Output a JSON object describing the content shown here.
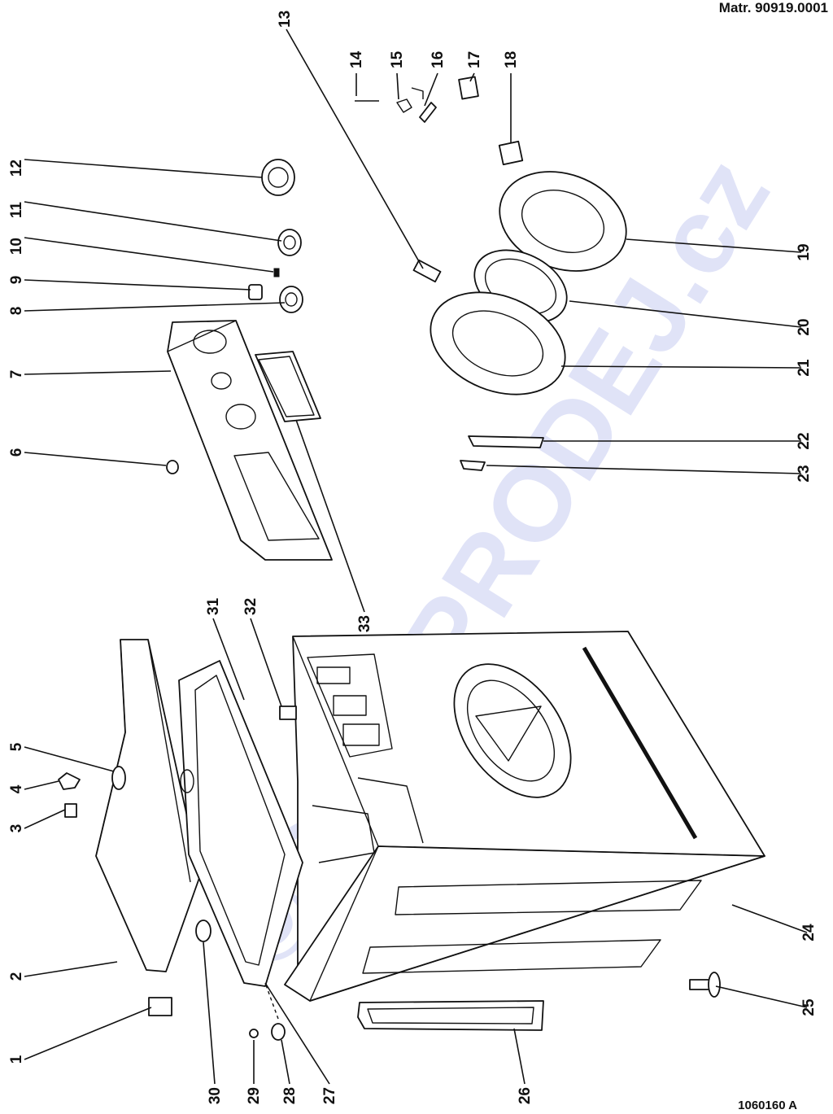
{
  "header": {
    "material_number": "Matr. 90919.0001"
  },
  "footer": {
    "drawing_number": "1060160 A"
  },
  "watermark": {
    "text": "©DILY-PRODEJ.cz",
    "color": "#c8cdf2"
  },
  "callouts": [
    {
      "id": "c1",
      "label": "1"
    },
    {
      "id": "c2",
      "label": "2"
    },
    {
      "id": "c3",
      "label": "3"
    },
    {
      "id": "c4",
      "label": "4"
    },
    {
      "id": "c5",
      "label": "5"
    },
    {
      "id": "c6",
      "label": "6"
    },
    {
      "id": "c7",
      "label": "7"
    },
    {
      "id": "c8",
      "label": "8"
    },
    {
      "id": "c9",
      "label": "9"
    },
    {
      "id": "c10",
      "label": "10"
    },
    {
      "id": "c11",
      "label": "11"
    },
    {
      "id": "c12",
      "label": "12"
    },
    {
      "id": "c13",
      "label": "13"
    },
    {
      "id": "c14",
      "label": "14"
    },
    {
      "id": "c15",
      "label": "15"
    },
    {
      "id": "c16",
      "label": "16"
    },
    {
      "id": "c17",
      "label": "17"
    },
    {
      "id": "c18",
      "label": "18"
    },
    {
      "id": "c19",
      "label": "19"
    },
    {
      "id": "c20",
      "label": "20"
    },
    {
      "id": "c21",
      "label": "21"
    },
    {
      "id": "c22",
      "label": "22"
    },
    {
      "id": "c23",
      "label": "23"
    },
    {
      "id": "c24",
      "label": "24"
    },
    {
      "id": "c25",
      "label": "25"
    },
    {
      "id": "c26",
      "label": "26"
    },
    {
      "id": "c27",
      "label": "27"
    },
    {
      "id": "c28",
      "label": "28"
    },
    {
      "id": "c29",
      "label": "29"
    },
    {
      "id": "c30",
      "label": "30"
    },
    {
      "id": "c31",
      "label": "31"
    },
    {
      "id": "c32",
      "label": "32"
    },
    {
      "id": "c33",
      "label": "33"
    }
  ]
}
